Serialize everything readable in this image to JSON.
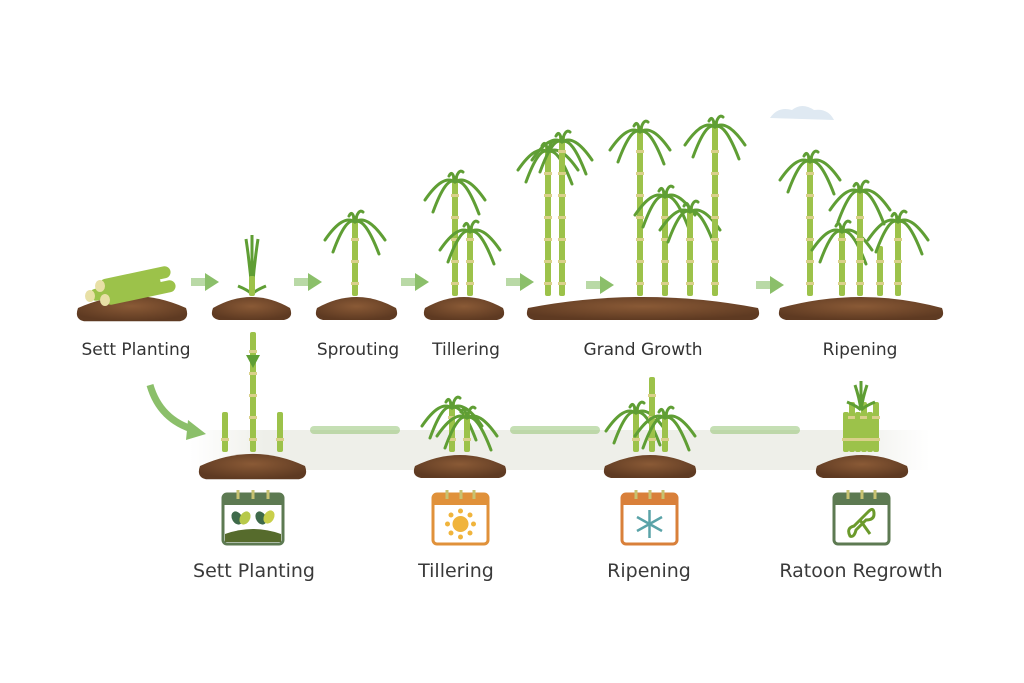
{
  "top_row": {
    "stages": [
      {
        "label": "Sett Planting"
      },
      {
        "label": "Sprouting"
      },
      {
        "label": "Tillering"
      },
      {
        "label": "Grand Growth"
      },
      {
        "label": "Ripening"
      }
    ]
  },
  "bottom_row": {
    "stages": [
      {
        "label": "Sett Planting",
        "icon": "calendar-seedling-icon"
      },
      {
        "label": "Tillering",
        "icon": "calendar-sun-icon"
      },
      {
        "label": "Ripening",
        "icon": "calendar-snowflake-icon"
      },
      {
        "label": "Ratoon Regrowth",
        "icon": "calendar-shears-icon"
      }
    ]
  },
  "colors": {
    "soil": "#7a4a2a",
    "cane": "#9cc24a",
    "leaf": "#5f9e34",
    "arrow": "#8bbf6a",
    "icon_green": "#5d7a52",
    "icon_orange": "#e0913a"
  }
}
